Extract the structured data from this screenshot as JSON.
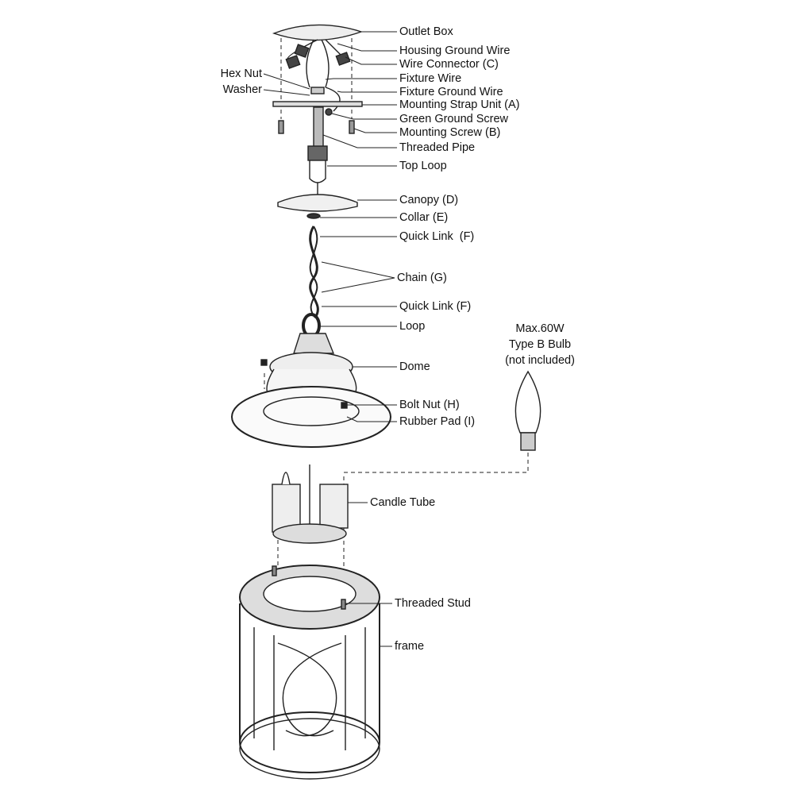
{
  "labels": {
    "outlet_box": "Outlet Box",
    "housing_ground_wire": "Housing Ground Wire",
    "wire_connector": "Wire Connector (C)",
    "fixture_wire": "Fixture Wire",
    "fixture_ground_wire": "Fixture Ground Wire",
    "mounting_strap": "Mounting Strap Unit (A)",
    "green_ground_screw": "Green Ground Screw",
    "mounting_screw": "Mounting Screw (B)",
    "threaded_pipe": "Threaded Pipe",
    "top_loop": "Top Loop",
    "hex_nut": "Hex Nut",
    "washer": "Washer",
    "canopy": "Canopy (D)",
    "collar": "Collar (E)",
    "quick_link_top": "Quick Link  (F)",
    "chain": "Chain (G)",
    "quick_link_bottom": "Quick Link (F)",
    "loop": "Loop",
    "dome": "Dome",
    "bolt_nut": "Bolt Nut (H)",
    "rubber_pad": "Rubber Pad (I)",
    "candle_tube": "Candle Tube",
    "threaded_stud": "Threaded Stud",
    "frame": "frame"
  },
  "bulb_note": [
    "Max.60W",
    "Type B Bulb",
    "(not included)"
  ]
}
